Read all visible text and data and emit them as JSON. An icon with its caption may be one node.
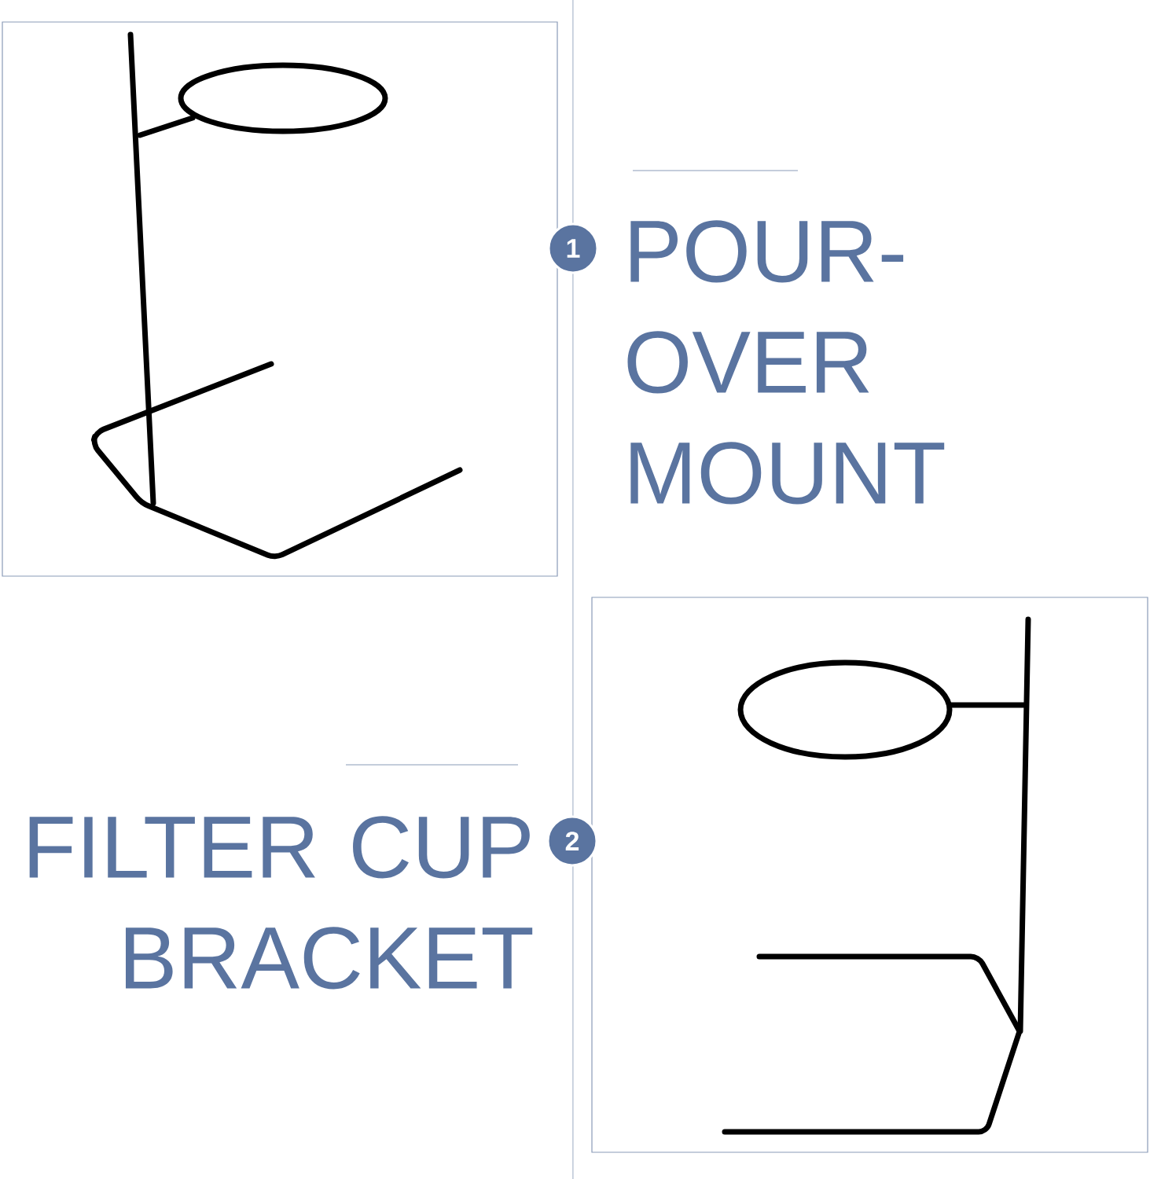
{
  "diagram": {
    "nodes": [
      {
        "text": [
          "1"
        ]
      },
      {
        "text": [
          "2"
        ]
      }
    ],
    "labels": [
      "POUR-OVER MOUNT",
      "FILTER CUP BRACKET"
    ]
  }
}
